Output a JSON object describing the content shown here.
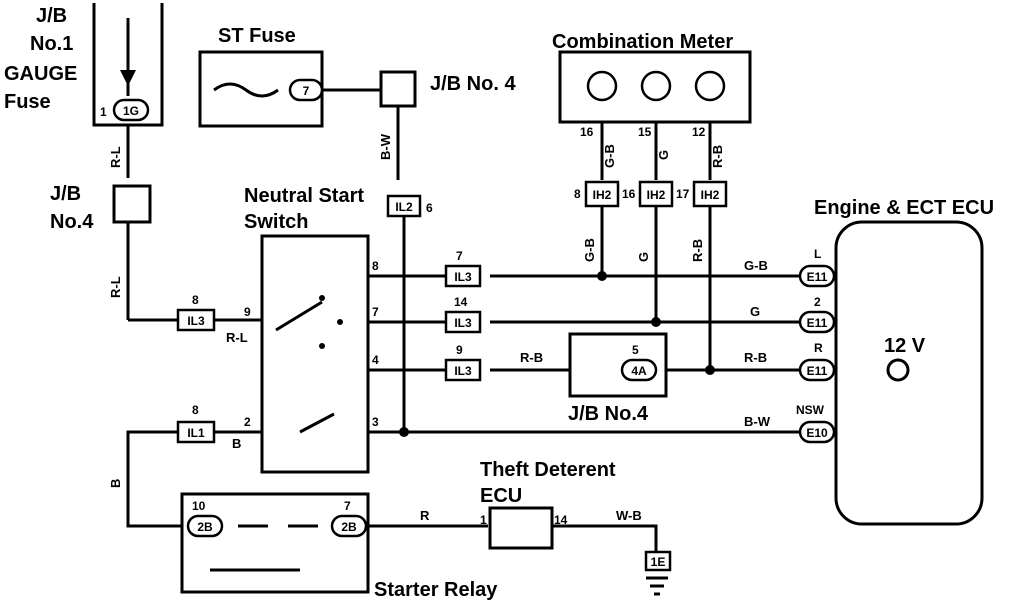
{
  "titles": {
    "jb1_line1": "J/B",
    "jb1_line2": "No.1",
    "jb1_line3": "GAUGE",
    "jb1_line4": "Fuse",
    "st_fuse": "ST Fuse",
    "jb4_top": "J/B No. 4",
    "comb_meter": "Combination Meter",
    "jb4_left_line1": "J/B",
    "jb4_left_line2": "No.4",
    "nss_line1": "Neutral Start",
    "nss_line2": "Switch",
    "engine_ecu": "Engine & ECT ECU",
    "voltage": "12 V",
    "jb4_bottom": "J/B No.4",
    "theft_line1": "Theft Deterent",
    "theft_line2": "ECU",
    "starter_relay": "Starter Relay"
  },
  "connectors": {
    "c1g": "1G",
    "c7": "7",
    "cil2": "IL2",
    "cih2a": "IH2",
    "cih2b": "IH2",
    "cih2c": "IH2",
    "cil3a": "IL3",
    "cil3b": "IL3",
    "cil3c": "IL3",
    "cil3d": "IL3",
    "cil1": "IL1",
    "c4a": "4A",
    "ce11a": "E11",
    "ce11b": "E11",
    "ce11c": "E11",
    "ce10": "E10",
    "c2b_left": "2B",
    "c2b_right": "2B",
    "c1e": "1E"
  },
  "wire_colors": {
    "rl_top": "R-L",
    "rl_mid": "R-L",
    "rl_switch": "R-L",
    "bw": "B-W",
    "gb_meter": "G-B",
    "g_meter": "G",
    "rb_meter": "R-B",
    "gb_down": "G-B",
    "g_down": "G",
    "rb_down": "R-B",
    "gb_ecu": "G-B",
    "g_ecu": "G",
    "rb_ecu": "R-B",
    "rb_jb": "R-B",
    "bw_ecu": "B-W",
    "b_switch": "B",
    "b_vert": "B",
    "r_theft": "R",
    "wb": "W-B"
  },
  "pins": {
    "p1": "1",
    "p6": "6",
    "p16a": "16",
    "p15": "15",
    "p12": "12",
    "p8a": "8",
    "p16b": "16",
    "p17": "17",
    "p7a": "7",
    "p14a": "14",
    "p9a": "9",
    "p8b": "8",
    "s8": "8",
    "s7": "7",
    "s4": "4",
    "s9": "9",
    "s2": "2",
    "s3": "3",
    "p8c": "8",
    "p5": "5",
    "pL": "L",
    "p2": "2",
    "pR": "R",
    "pNSW": "NSW",
    "p10": "10",
    "p7b": "7",
    "p1t": "1",
    "p14t": "14"
  }
}
